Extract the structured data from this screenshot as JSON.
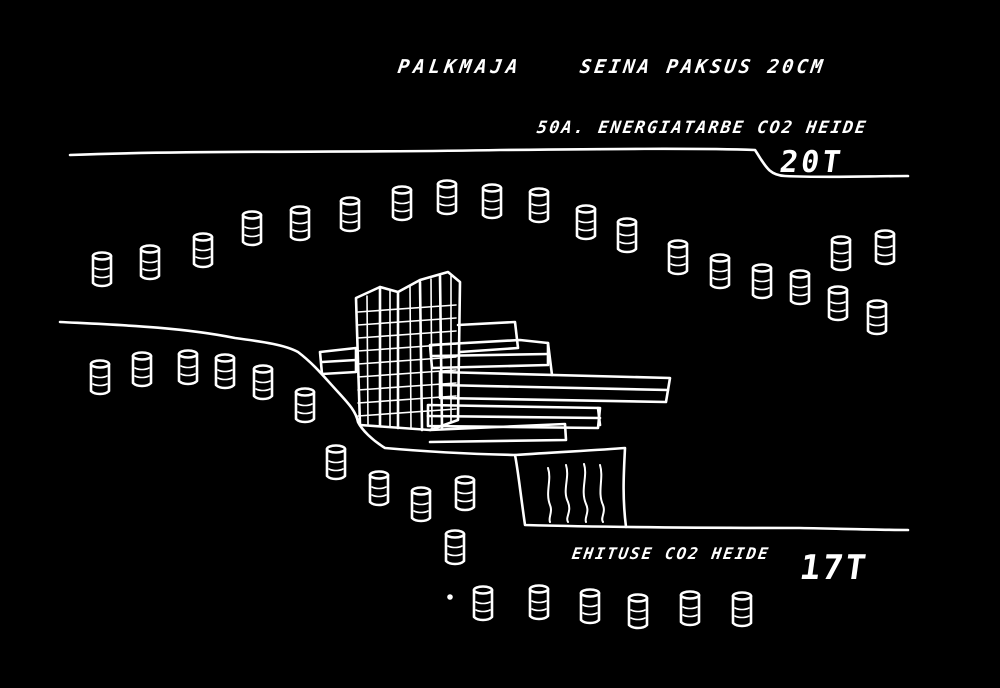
{
  "title": {
    "material": "PALKMAJA",
    "wall": "SEINA PAKSUS 20CM"
  },
  "energy": {
    "label": "50A. ENERGIATARBE CO2 HEIDE",
    "value": "20T"
  },
  "construction": {
    "label": "EHITUSE CO2 HEIDE",
    "value": "17T"
  },
  "colors": {
    "background": "#000000",
    "ink": "#ffffff"
  },
  "icons": {
    "emission_unit": "co2-barrel-icon",
    "building": "house-on-waterfall-sketch"
  }
}
